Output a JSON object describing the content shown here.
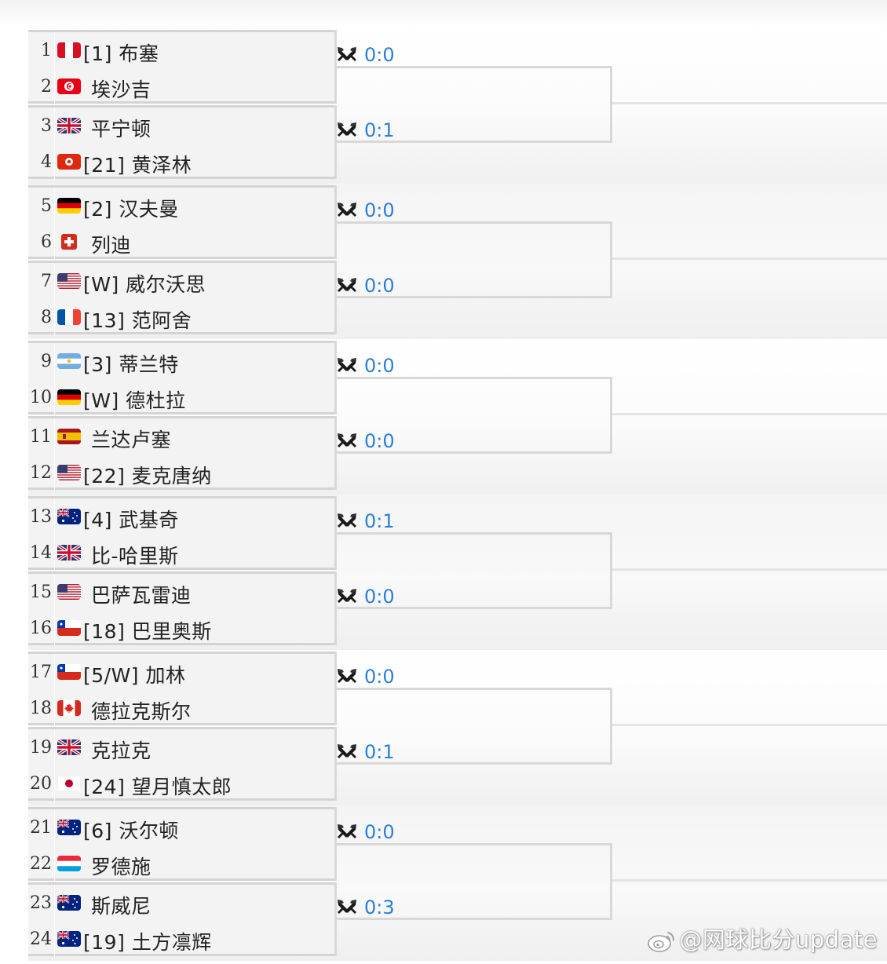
{
  "sections": [
    {
      "pairs": [
        {
          "score": "0:0",
          "players": [
            {
              "seed": "1",
              "flag": "peru",
              "name": "[1] 布塞"
            },
            {
              "seed": "2",
              "flag": "tunisia",
              "name": "埃沙吉"
            }
          ]
        },
        {
          "score": "0:1",
          "players": [
            {
              "seed": "3",
              "flag": "uk",
              "name": "平宁顿"
            },
            {
              "seed": "4",
              "flag": "hongkong",
              "name": "[21] 黄泽林"
            }
          ]
        }
      ]
    },
    {
      "pairs": [
        {
          "score": "0:0",
          "players": [
            {
              "seed": "5",
              "flag": "germany",
              "name": "[2] 汉夫曼"
            },
            {
              "seed": "6",
              "flag": "switzerland",
              "name": "列迪"
            }
          ]
        },
        {
          "score": "0:0",
          "players": [
            {
              "seed": "7",
              "flag": "usa",
              "name": "[W] 威尔沃思"
            },
            {
              "seed": "8",
              "flag": "france",
              "name": "[13] 范阿舍"
            }
          ]
        }
      ]
    },
    {
      "pairs": [
        {
          "score": "0:0",
          "players": [
            {
              "seed": "9",
              "flag": "argentina",
              "name": "[3] 蒂兰特"
            },
            {
              "seed": "10",
              "flag": "germany",
              "name": "[W] 德杜拉"
            }
          ]
        },
        {
          "score": "0:0",
          "players": [
            {
              "seed": "11",
              "flag": "spain",
              "name": "兰达卢塞"
            },
            {
              "seed": "12",
              "flag": "usa",
              "name": "[22] 麦克唐纳"
            }
          ]
        }
      ]
    },
    {
      "pairs": [
        {
          "score": "0:1",
          "players": [
            {
              "seed": "13",
              "flag": "australia",
              "name": "[4] 武基奇"
            },
            {
              "seed": "14",
              "flag": "uk",
              "name": "比-哈里斯"
            }
          ]
        },
        {
          "score": "0:0",
          "players": [
            {
              "seed": "15",
              "flag": "usa",
              "name": "巴萨瓦雷迪"
            },
            {
              "seed": "16",
              "flag": "chile",
              "name": "[18] 巴里奥斯"
            }
          ]
        }
      ]
    },
    {
      "pairs": [
        {
          "score": "0:0",
          "players": [
            {
              "seed": "17",
              "flag": "chile",
              "name": "[5/W] 加林"
            },
            {
              "seed": "18",
              "flag": "canada",
              "name": "德拉克斯尔"
            }
          ]
        },
        {
          "score": "0:1",
          "players": [
            {
              "seed": "19",
              "flag": "uk",
              "name": "克拉克"
            },
            {
              "seed": "20",
              "flag": "japan",
              "name": "[24] 望月慎太郎"
            }
          ]
        }
      ]
    },
    {
      "pairs": [
        {
          "score": "0:0",
          "players": [
            {
              "seed": "21",
              "flag": "australia",
              "name": "[6] 沃尔顿"
            },
            {
              "seed": "22",
              "flag": "luxembourg",
              "name": "罗德施"
            }
          ]
        },
        {
          "score": "0:3",
          "players": [
            {
              "seed": "23",
              "flag": "australia",
              "name": "斯威尼"
            },
            {
              "seed": "24",
              "flag": "australia",
              "name": "[19] 土方凛辉"
            }
          ]
        }
      ]
    }
  ],
  "watermark": "@网球比分update",
  "colors": {
    "score": "#2a7fd8",
    "bracket_line": "#d8d8d8",
    "row_bg": "#f3f3f3"
  },
  "icons": {
    "match": "crossed-swords-icon",
    "watermark": "weibo-icon"
  }
}
